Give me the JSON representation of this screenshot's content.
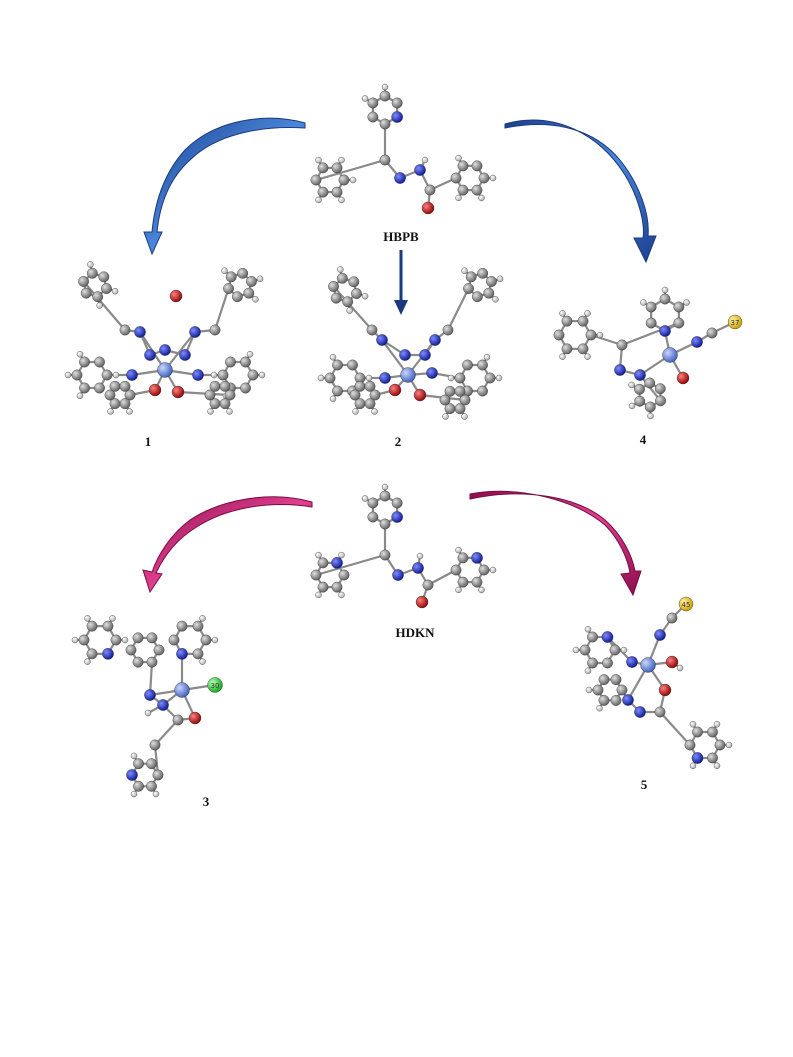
{
  "ligands": [
    {
      "label": "HBPB",
      "group": "top"
    },
    {
      "label": "HDKN",
      "group": "bottom"
    }
  ],
  "complexes": [
    {
      "label": "1",
      "group": "top"
    },
    {
      "label": "2",
      "group": "top"
    },
    {
      "label": "4",
      "group": "top"
    },
    {
      "label": "3",
      "group": "bottom"
    },
    {
      "label": "5",
      "group": "bottom"
    }
  ],
  "colors": {
    "carbon": "#7a7a7a",
    "nitrogen": "#1f2fc8",
    "oxygen": "#c01010",
    "metal": "#5a7fd6",
    "sulfur": "#e8c21a",
    "chlorine": "#22d02a",
    "hydrogen": "#d8d8d8",
    "arrow_top": "#2f62b5",
    "arrow_bottom": "#c0166e"
  },
  "atom_labels": {
    "chlorine_atom": "30",
    "sulfur_atom_4": "37",
    "sulfur_atom_5": "45"
  }
}
